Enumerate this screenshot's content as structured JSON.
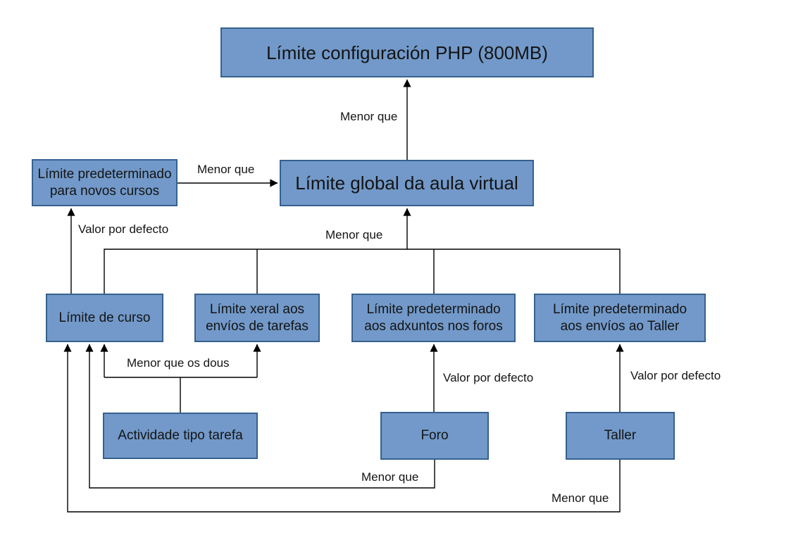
{
  "diagram": {
    "type": "flowchart",
    "language": "gl",
    "background_color": "#ffffff",
    "node_fill_color": "#7299c9",
    "node_border_color": "#35618f",
    "connector_color": "#000000",
    "text_color": "#141414",
    "nodes": [
      {
        "id": "php-config-limit",
        "label": "Límite configuración PHP (800MB)"
      },
      {
        "id": "global-limit",
        "label": "Límite global da aula virtual"
      },
      {
        "id": "default-new-courses-limit",
        "label": "Límite predeterminado\npara novos cursos"
      },
      {
        "id": "course-limit",
        "label": "Límite de curso"
      },
      {
        "id": "assignment-general-limit",
        "label": "Límite xeral aos\nenvíos de tarefas"
      },
      {
        "id": "forum-attachments-limit",
        "label": "Límite predeterminado\naos adxuntos nos foros"
      },
      {
        "id": "workshop-submissions-limit",
        "label": "Límite predeterminado\naos envíos ao Taller"
      },
      {
        "id": "assignment-activity",
        "label": "Actividade tipo tarefa"
      },
      {
        "id": "forum",
        "label": "Foro"
      },
      {
        "id": "workshop",
        "label": "Taller"
      }
    ],
    "edges": [
      {
        "from": "global-limit",
        "to": "php-config-limit",
        "label": "Menor que"
      },
      {
        "from": "default-new-courses-limit",
        "to": "global-limit",
        "label": "Menor que"
      },
      {
        "from": "course-limit",
        "to": "default-new-courses-limit",
        "label": "Valor por defecto"
      },
      {
        "from": "course-limit, assignment-general-limit, forum-attachments-limit, workshop-submissions-limit",
        "to": "global-limit",
        "label": "Menor que"
      },
      {
        "from": "assignment-activity",
        "to": "course-limit, assignment-general-limit",
        "label": "Menor que os dous"
      },
      {
        "from": "forum",
        "to": "forum-attachments-limit",
        "label": "Valor por defecto"
      },
      {
        "from": "workshop",
        "to": "workshop-submissions-limit",
        "label": "Valor por defecto"
      },
      {
        "from": "forum",
        "to": "course-limit",
        "label": "Menor que"
      },
      {
        "from": "workshop",
        "to": "course-limit",
        "label": "Menor que"
      }
    ]
  }
}
